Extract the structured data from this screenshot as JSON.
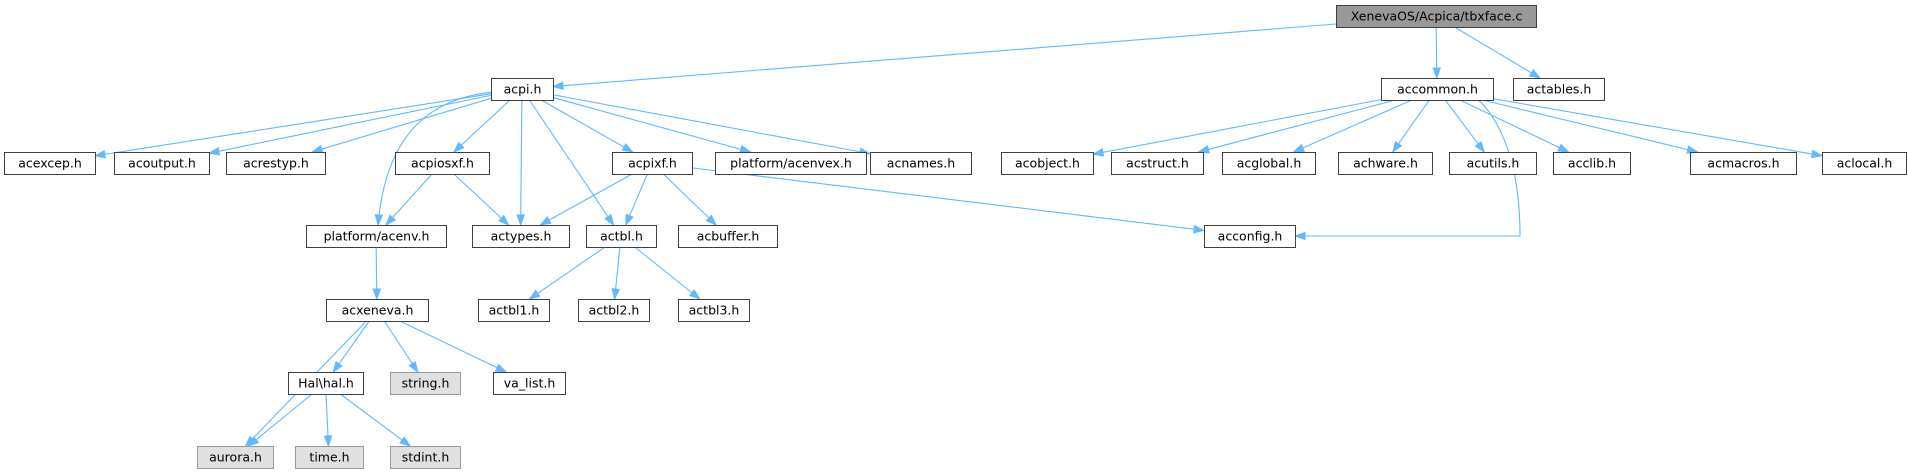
{
  "graph": {
    "root": "XenevaOS/Acpica/tbxface.c",
    "colors": {
      "edge": "#63b8ff",
      "root_fill": "#999999",
      "node_border": "#404040",
      "external_fill": "#e0e0e0"
    },
    "nodes": [
      {
        "id": "root",
        "label": "XenevaOS/Acpica/tbxface.c",
        "kind": "main"
      },
      {
        "id": "acpi",
        "label": "acpi.h",
        "kind": "normal"
      },
      {
        "id": "accommon",
        "label": "accommon.h",
        "kind": "normal"
      },
      {
        "id": "actables",
        "label": "actables.h",
        "kind": "normal"
      },
      {
        "id": "acexcep",
        "label": "acexcep.h",
        "kind": "normal"
      },
      {
        "id": "acoutput",
        "label": "acoutput.h",
        "kind": "normal"
      },
      {
        "id": "acrestyp",
        "label": "acrestyp.h",
        "kind": "normal"
      },
      {
        "id": "acpiosxf",
        "label": "acpiosxf.h",
        "kind": "normal"
      },
      {
        "id": "acpixf",
        "label": "acpixf.h",
        "kind": "normal"
      },
      {
        "id": "acenvex",
        "label": "platform/acenvex.h",
        "kind": "normal"
      },
      {
        "id": "acnames",
        "label": "acnames.h",
        "kind": "normal"
      },
      {
        "id": "acenv",
        "label": "platform/acenv.h",
        "kind": "normal"
      },
      {
        "id": "actypes",
        "label": "actypes.h",
        "kind": "normal"
      },
      {
        "id": "actbl",
        "label": "actbl.h",
        "kind": "normal"
      },
      {
        "id": "acbuffer",
        "label": "acbuffer.h",
        "kind": "normal"
      },
      {
        "id": "acconfig",
        "label": "acconfig.h",
        "kind": "normal"
      },
      {
        "id": "acxeneva",
        "label": "acxeneva.h",
        "kind": "normal"
      },
      {
        "id": "actbl1",
        "label": "actbl1.h",
        "kind": "normal"
      },
      {
        "id": "actbl2",
        "label": "actbl2.h",
        "kind": "normal"
      },
      {
        "id": "actbl3",
        "label": "actbl3.h",
        "kind": "normal"
      },
      {
        "id": "halh",
        "label": "Hal\\hal.h",
        "kind": "normal"
      },
      {
        "id": "string",
        "label": "string.h",
        "kind": "external"
      },
      {
        "id": "valist",
        "label": "va_list.h",
        "kind": "normal"
      },
      {
        "id": "aurora",
        "label": "aurora.h",
        "kind": "external"
      },
      {
        "id": "time",
        "label": "time.h",
        "kind": "external"
      },
      {
        "id": "stdint",
        "label": "stdint.h",
        "kind": "external"
      },
      {
        "id": "acobject",
        "label": "acobject.h",
        "kind": "normal"
      },
      {
        "id": "acstruct",
        "label": "acstruct.h",
        "kind": "normal"
      },
      {
        "id": "acglobal",
        "label": "acglobal.h",
        "kind": "normal"
      },
      {
        "id": "achware",
        "label": "achware.h",
        "kind": "normal"
      },
      {
        "id": "acutils",
        "label": "acutils.h",
        "kind": "normal"
      },
      {
        "id": "acclib",
        "label": "acclib.h",
        "kind": "normal"
      },
      {
        "id": "acmacros",
        "label": "acmacros.h",
        "kind": "normal"
      },
      {
        "id": "aclocal",
        "label": "aclocal.h",
        "kind": "normal"
      }
    ],
    "edges": [
      [
        "root",
        "acpi"
      ],
      [
        "root",
        "accommon"
      ],
      [
        "root",
        "actables"
      ],
      [
        "acpi",
        "acexcep"
      ],
      [
        "acpi",
        "acoutput"
      ],
      [
        "acpi",
        "acrestyp"
      ],
      [
        "acpi",
        "acpiosxf"
      ],
      [
        "acpi",
        "acpixf"
      ],
      [
        "acpi",
        "acenvex"
      ],
      [
        "acpi",
        "acnames"
      ],
      [
        "acpi",
        "acenv"
      ],
      [
        "acpi",
        "actypes"
      ],
      [
        "acpi",
        "actbl"
      ],
      [
        "acpiosxf",
        "acenv"
      ],
      [
        "acpiosxf",
        "actypes"
      ],
      [
        "acpixf",
        "actypes"
      ],
      [
        "acpixf",
        "actbl"
      ],
      [
        "acpixf",
        "acbuffer"
      ],
      [
        "acpixf",
        "acconfig"
      ],
      [
        "acenv",
        "acxeneva"
      ],
      [
        "actbl",
        "actbl1"
      ],
      [
        "actbl",
        "actbl2"
      ],
      [
        "actbl",
        "actbl3"
      ],
      [
        "acxeneva",
        "halh"
      ],
      [
        "acxeneva",
        "string"
      ],
      [
        "acxeneva",
        "valist"
      ],
      [
        "acxeneva",
        "aurora"
      ],
      [
        "halh",
        "aurora"
      ],
      [
        "halh",
        "time"
      ],
      [
        "halh",
        "stdint"
      ],
      [
        "accommon",
        "acobject"
      ],
      [
        "accommon",
        "acstruct"
      ],
      [
        "accommon",
        "acglobal"
      ],
      [
        "accommon",
        "achware"
      ],
      [
        "accommon",
        "acutils"
      ],
      [
        "accommon",
        "acclib"
      ],
      [
        "accommon",
        "acmacros"
      ],
      [
        "accommon",
        "aclocal"
      ],
      [
        "accommon",
        "acconfig"
      ]
    ]
  }
}
